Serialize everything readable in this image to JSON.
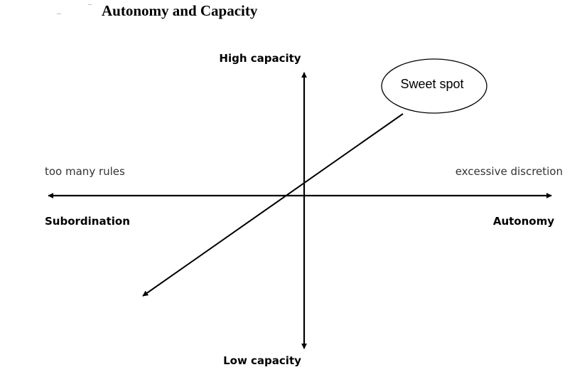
{
  "title": "Autonomy and Capacity",
  "axes": {
    "top_label": "High capacity",
    "bottom_label": "Low capacity",
    "left_label": "Subordination",
    "right_label": "Autonomy",
    "left_note": "too many rules",
    "right_note": "excessive discretion"
  },
  "callout": {
    "label": "Sweet spot"
  },
  "colors": {
    "line": "#000000",
    "note_text": "#333333",
    "background": "#ffffff"
  }
}
